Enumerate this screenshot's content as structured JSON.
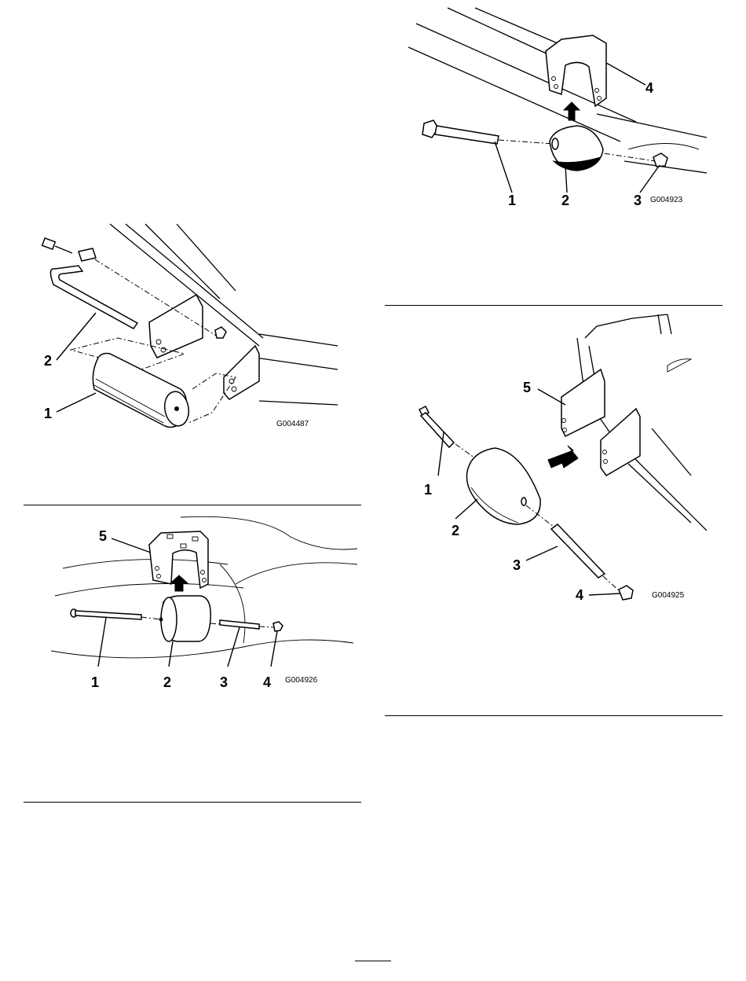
{
  "figure_a": {
    "code": "G004487",
    "callouts": [
      "1",
      "2"
    ],
    "icons": [
      "roller-icon",
      "scraper-bar-icon",
      "bolt-icon",
      "nut-icon",
      "bracket-icon"
    ]
  },
  "figure_b": {
    "code": "G004923",
    "callouts": [
      "1",
      "2",
      "3",
      "4"
    ],
    "icons": [
      "bolt-icon",
      "roller-icon",
      "nut-icon",
      "u-bracket-icon",
      "arrow-up-icon"
    ]
  },
  "figure_c": {
    "code": "G004926",
    "callouts": [
      "1",
      "2",
      "3",
      "4",
      "5"
    ],
    "icons": [
      "bolt-icon",
      "roller-icon",
      "spacer-icon",
      "nut-icon",
      "u-bracket-icon",
      "arrow-up-icon"
    ]
  },
  "figure_d": {
    "code": "G004925",
    "callouts": [
      "1",
      "2",
      "3",
      "4",
      "5"
    ],
    "icons": [
      "bolt-icon",
      "roller-icon",
      "spacer-icon",
      "nut-icon",
      "bracket-icon",
      "arrow-right-icon"
    ]
  },
  "footer": {
    "page_number": ""
  }
}
